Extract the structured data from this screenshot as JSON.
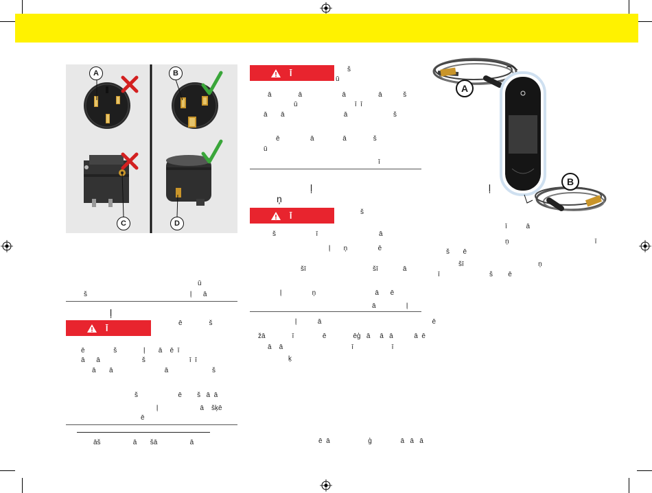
{
  "banner": {
    "color": "#fff200"
  },
  "colors": {
    "warning_red": "#e8242e",
    "check_green": "#3aa63a",
    "cross_red": "#d32020",
    "outlet_gold": "#c9952a"
  },
  "figure_outlets": {
    "labels": {
      "a": "A",
      "b": "B",
      "c": "C",
      "d": "D"
    },
    "icons": [
      "cross-icon",
      "check-icon"
    ]
  },
  "figure_charger": {
    "labels": {
      "a": "A",
      "b": "B"
    }
  },
  "warnings": [
    {
      "label": "Ī"
    },
    {
      "label": "Ī"
    },
    {
      "label": "Ī"
    }
  ],
  "col1_lines": [
    "ū",
    "š                                                      ļ      ā",
    "ļ",
    "ē              š",
    "ē               š              ļ       ā    ē  ī",
    "ā      ā                      š                       ī  ī",
    "ā       ā                           ā                       š",
    "š                     ē        š   ā  ā",
    "ļ                      ā    šķē",
    "ē",
    "āš                 ā       šā                 ā"
  ],
  "col2_lines": [
    "š",
    "ū",
    "ā              ā                     ā                 ā           š",
    "ū                              ī  ī",
    "ā       ā                               ā                        š",
    "ē                ā               ā              š",
    "ū",
    "ī",
    "ļ                                                                  ļ",
    "ņ",
    "š",
    "š                     ī                                ā",
    "ļ       ņ                ē",
    "šī                                   šī             ā",
    "ļ                ņ                               ā      ē",
    "ā                ļ",
    "ļ           ā                                                          ē",
    "žā              ī               ē              ēģ   ā     ā   ā           ā  ē",
    "ā    ā                                    ī                    ī",
    "ķ",
    "ē  ā                    ģ               ā   ā   ā"
  ],
  "col3_lines": [
    "ī          ā",
    "ņ                                             ī",
    "š       ē",
    "šī                                       ņ",
    "ī                          š        ē"
  ]
}
